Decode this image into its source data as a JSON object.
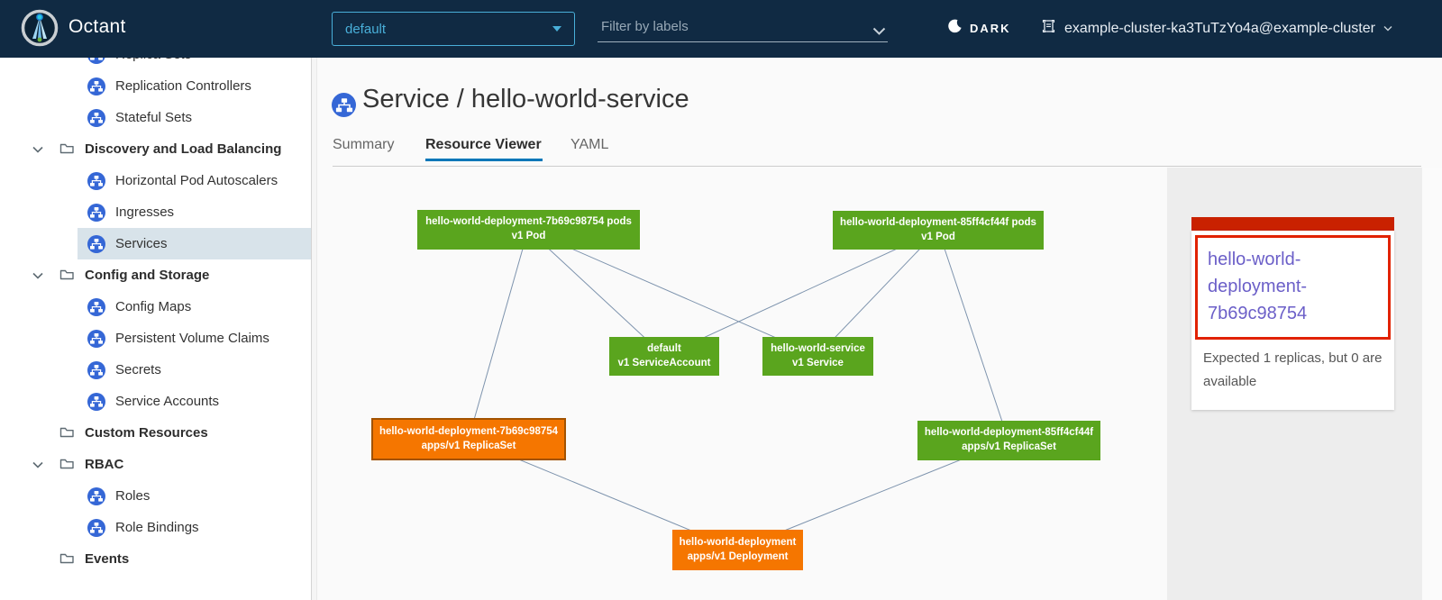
{
  "header": {
    "app_title": "Octant",
    "namespace_select": {
      "value": "default"
    },
    "filter": {
      "placeholder": "Filter by labels"
    },
    "theme_toggle": {
      "label": "DARK"
    },
    "context_select": {
      "label": "example-cluster-ka3TuTzYo4a@example-cluster"
    }
  },
  "sidebar": {
    "items": [
      {
        "label": "Replica Sets",
        "type": "child"
      },
      {
        "label": "Replication Controllers",
        "type": "child"
      },
      {
        "label": "Stateful Sets",
        "type": "child"
      },
      {
        "label": "Discovery and Load Balancing",
        "type": "section"
      },
      {
        "label": "Horizontal Pod Autoscalers",
        "type": "child"
      },
      {
        "label": "Ingresses",
        "type": "child"
      },
      {
        "label": "Services",
        "type": "child",
        "selected": true
      },
      {
        "label": "Config and Storage",
        "type": "section"
      },
      {
        "label": "Config Maps",
        "type": "child"
      },
      {
        "label": "Persistent Volume Claims",
        "type": "child"
      },
      {
        "label": "Secrets",
        "type": "child"
      },
      {
        "label": "Service Accounts",
        "type": "child"
      },
      {
        "label": "Custom Resources",
        "type": "folder"
      },
      {
        "label": "RBAC",
        "type": "section"
      },
      {
        "label": "Roles",
        "type": "child"
      },
      {
        "label": "Role Bindings",
        "type": "child"
      },
      {
        "label": "Events",
        "type": "folder"
      }
    ]
  },
  "main": {
    "page_title": "Service / hello-world-service",
    "tabs": [
      {
        "label": "Summary",
        "active": false
      },
      {
        "label": "Resource Viewer",
        "active": true
      },
      {
        "label": "YAML",
        "active": false
      }
    ]
  },
  "graph": {
    "nodes": {
      "pod1": {
        "name": "hello-world-deployment-7b69c98754 pods",
        "kind": "v1 Pod",
        "status": "ok"
      },
      "pod2": {
        "name": "hello-world-deployment-85ff4cf44f pods",
        "kind": "v1 Pod",
        "status": "ok"
      },
      "serviceaccount": {
        "name": "default",
        "kind": "v1 ServiceAccount",
        "status": "ok"
      },
      "service": {
        "name": "hello-world-service",
        "kind": "v1 Service",
        "status": "ok"
      },
      "replicaset1": {
        "name": "hello-world-deployment-7b69c98754",
        "kind": "apps/v1 ReplicaSet",
        "status": "warning",
        "selected": true
      },
      "replicaset2": {
        "name": "hello-world-deployment-85ff4cf44f",
        "kind": "apps/v1 ReplicaSet",
        "status": "ok"
      },
      "deployment": {
        "name": "hello-world-deployment",
        "kind": "apps/v1 Deployment",
        "status": "warning"
      }
    },
    "edges": [
      [
        "pod1",
        "serviceaccount"
      ],
      [
        "pod1",
        "service"
      ],
      [
        "pod1",
        "replicaset1"
      ],
      [
        "pod2",
        "serviceaccount"
      ],
      [
        "pod2",
        "service"
      ],
      [
        "pod2",
        "replicaset2"
      ],
      [
        "replicaset1",
        "deployment"
      ],
      [
        "replicaset2",
        "deployment"
      ]
    ],
    "colors": {
      "ok": "#5aa51e",
      "warning": "#f57600",
      "edge": "#7d93ad",
      "selected_border": "#a25200"
    }
  },
  "panel": {
    "selected_node": {
      "label": "hello-world-deployment-7b69c98754"
    },
    "status_text": "Expected 1 replicas, but 0 are available",
    "colors": {
      "alert_bar": "#c92100",
      "alert_border": "#e12200",
      "link": "#6b5fc8"
    }
  }
}
